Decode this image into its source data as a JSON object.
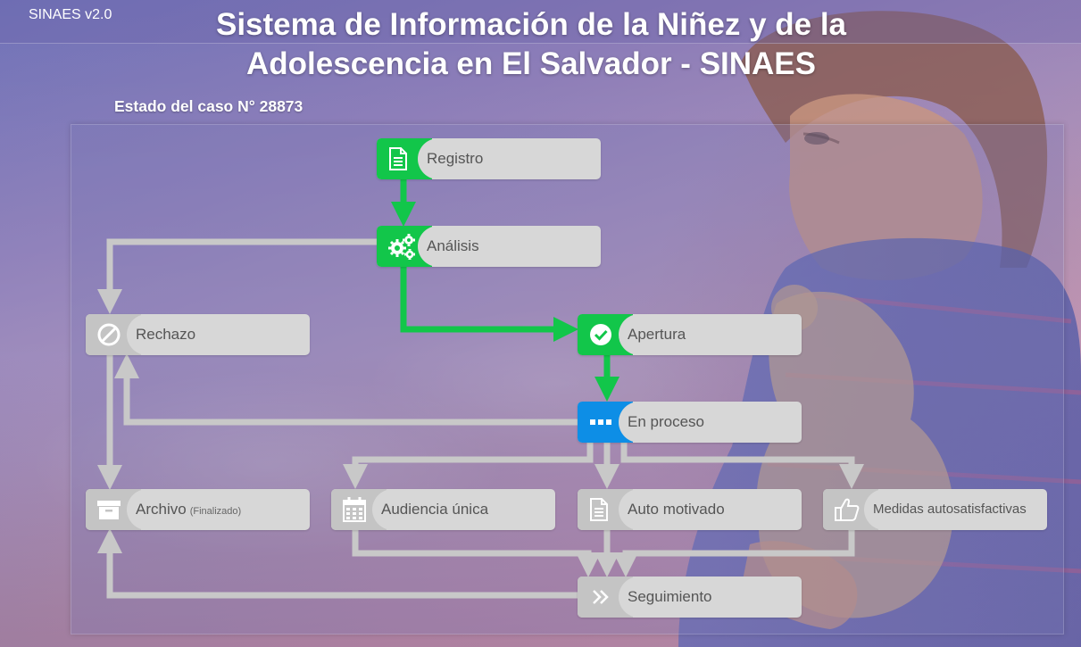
{
  "header": {
    "brand": "SINAES v2.0",
    "title": "Sistema de Información de la Niñez y de la Adolescencia en El Salvador - SINAES",
    "case_label": "Estado del caso N° 28873"
  },
  "colors": {
    "completed": "#12c64a",
    "current": "#0d8ee6",
    "pending": "#c4c4c4",
    "node_bg": "#d7d7d7"
  },
  "nodes": {
    "registro": {
      "label": "Registro",
      "icon": "document-icon",
      "status": "completed"
    },
    "analisis": {
      "label": "Análisis",
      "icon": "gears-icon",
      "status": "completed"
    },
    "rechazo": {
      "label": "Rechazo",
      "icon": "ban-icon",
      "status": "pending"
    },
    "apertura": {
      "label": "Apertura",
      "icon": "check-circle-icon",
      "status": "completed"
    },
    "en_proceso": {
      "label": "En proceso",
      "icon": "ellipsis-icon",
      "status": "current"
    },
    "archivo": {
      "label": "Archivo",
      "sublabel": "(Finalizado)",
      "icon": "archive-box-icon",
      "status": "pending"
    },
    "audiencia": {
      "label": "Audiencia única",
      "icon": "calendar-icon",
      "status": "pending"
    },
    "auto_motivado": {
      "label": "Auto motivado",
      "icon": "document-icon",
      "status": "pending"
    },
    "medidas": {
      "label": "Medidas autosatisfactivas",
      "icon": "thumbs-up-icon",
      "status": "pending"
    },
    "seguimiento": {
      "label": "Seguimiento",
      "icon": "double-chevron-right-icon",
      "status": "pending"
    }
  },
  "edges": [
    {
      "from": "registro",
      "to": "analisis",
      "status": "completed"
    },
    {
      "from": "analisis",
      "to": "rechazo",
      "status": "pending"
    },
    {
      "from": "analisis",
      "to": "apertura",
      "status": "completed"
    },
    {
      "from": "apertura",
      "to": "en_proceso",
      "status": "completed"
    },
    {
      "from": "en_proceso",
      "to": "rechazo",
      "status": "pending"
    },
    {
      "from": "rechazo",
      "to": "archivo",
      "status": "pending"
    },
    {
      "from": "en_proceso",
      "to": "audiencia",
      "status": "pending"
    },
    {
      "from": "en_proceso",
      "to": "auto_motivado",
      "status": "pending"
    },
    {
      "from": "en_proceso",
      "to": "medidas",
      "status": "pending"
    },
    {
      "from": "audiencia",
      "to": "seguimiento",
      "status": "pending"
    },
    {
      "from": "auto_motivado",
      "to": "seguimiento",
      "status": "pending"
    },
    {
      "from": "medidas",
      "to": "seguimiento",
      "status": "pending"
    },
    {
      "from": "seguimiento",
      "to": "archivo",
      "status": "pending"
    }
  ]
}
